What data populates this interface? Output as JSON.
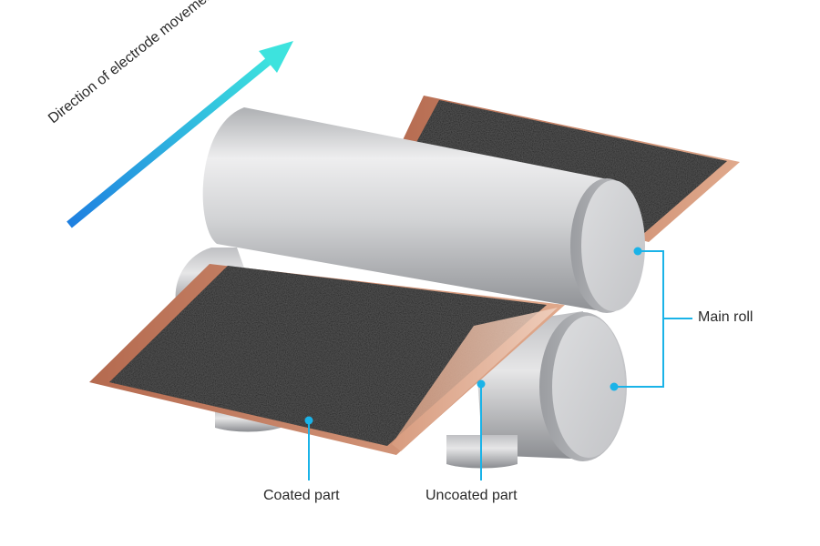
{
  "direction_label": "Direction of electrode movement",
  "labels": {
    "main_roll": "Main roll",
    "coated_part": "Coated part",
    "uncoated_part": "Uncoated part"
  },
  "colors": {
    "callout": "#1ab3e8",
    "arrow_start": "#1e7fe0",
    "arrow_end": "#3de3de",
    "copper": "#c07a5f",
    "coating": "#1c1c1c",
    "roll_metal": "#c9cacc"
  }
}
